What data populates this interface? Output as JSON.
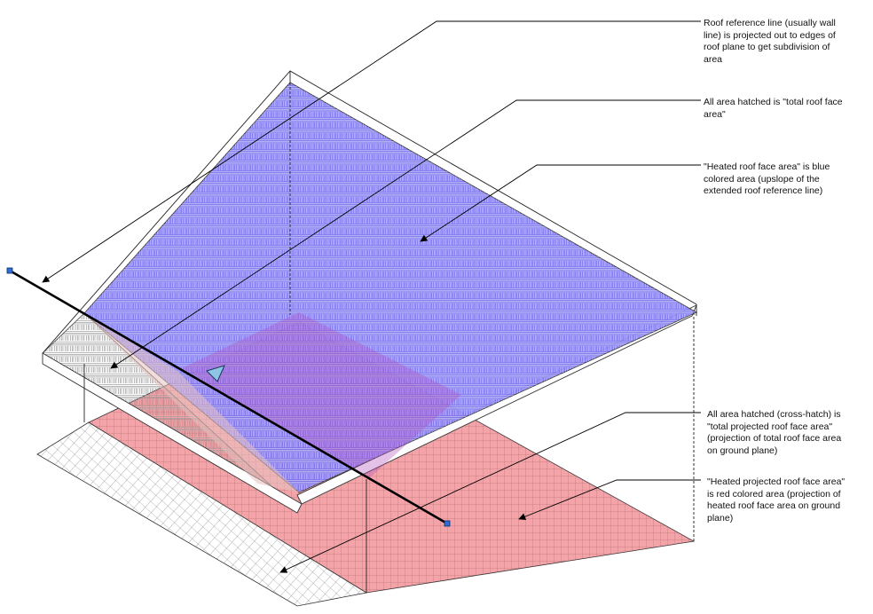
{
  "colors": {
    "heated_roof_face": "#7b74ee",
    "heated_projected": "#f4a4a8",
    "outline": "#222222",
    "reference_line": "#000000",
    "endpoint_grip": "#2f6fd1",
    "triangle_marker": "#8ec5e6"
  },
  "annotations": {
    "roof_reference_line": "Roof reference line (usually wall\nline) is projected out to edges of\nroof plane to get subdivision of\narea",
    "total_roof_face_area": "All area hatched is \"total roof face\narea\"",
    "heated_roof_face_area": "\"Heated roof face area\" is blue\ncolored area (upslope of the\nextended roof reference line)",
    "total_projected_roof_face_area": "All area hatched (cross-hatch) is\n\"total projected roof face area\"\n(projection of total roof face area\non ground plane)",
    "heated_projected_roof_face_area": "\"Heated projected roof face area\"\nis red colored area (projection of\nheated roof face area on ground\nplane)"
  },
  "icons": {
    "reference_line_endpoints": "square-grip-icon",
    "direction_marker": "triangle-marker-icon"
  }
}
